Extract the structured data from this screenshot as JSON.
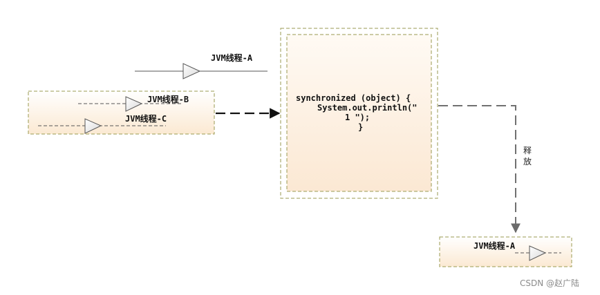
{
  "diagram": {
    "threads": {
      "top": "JVM线程-A",
      "waiting_b": "JVM线程-B",
      "waiting_c": "JVM线程-C",
      "released": "JVM线程-A"
    },
    "code": {
      "line1": "synchronized (object) {",
      "line2": "System.out.println(\"",
      "line3": "1 \");",
      "line4": "}"
    },
    "release_label": {
      "char1": "释",
      "char2": "放"
    },
    "colors": {
      "box_border": "#9a9a50",
      "box_fill_top": "#ffffff",
      "box_fill_bottom": "#fbe9d2",
      "arrow_dark": "#111111",
      "arrow_gray": "#707070",
      "line_gray": "#555555"
    }
  },
  "watermark": "CSDN @赵广陆"
}
